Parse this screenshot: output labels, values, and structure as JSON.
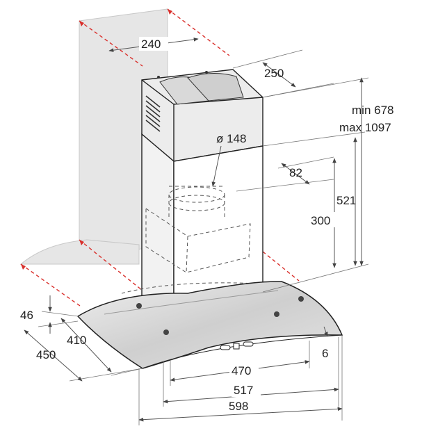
{
  "dimensions": {
    "bracket_width": "240",
    "chimney_depth": "250",
    "height_min": "min 678",
    "height_max": "max 1097",
    "duct_diameter": "ø 148",
    "outlet_offset": "82",
    "height_521": "521",
    "height_300": "300",
    "glass_thickness": "46",
    "depth_410": "410",
    "depth_450": "450",
    "front_thickness": "6",
    "width_470": "470",
    "width_517": "517",
    "width_598": "598"
  },
  "colors": {
    "marker_red": "#d9302c",
    "wall_fill": "#e6e6e6",
    "chimney_fill": "#ececec",
    "glass_fill": "#d4d4d4"
  }
}
